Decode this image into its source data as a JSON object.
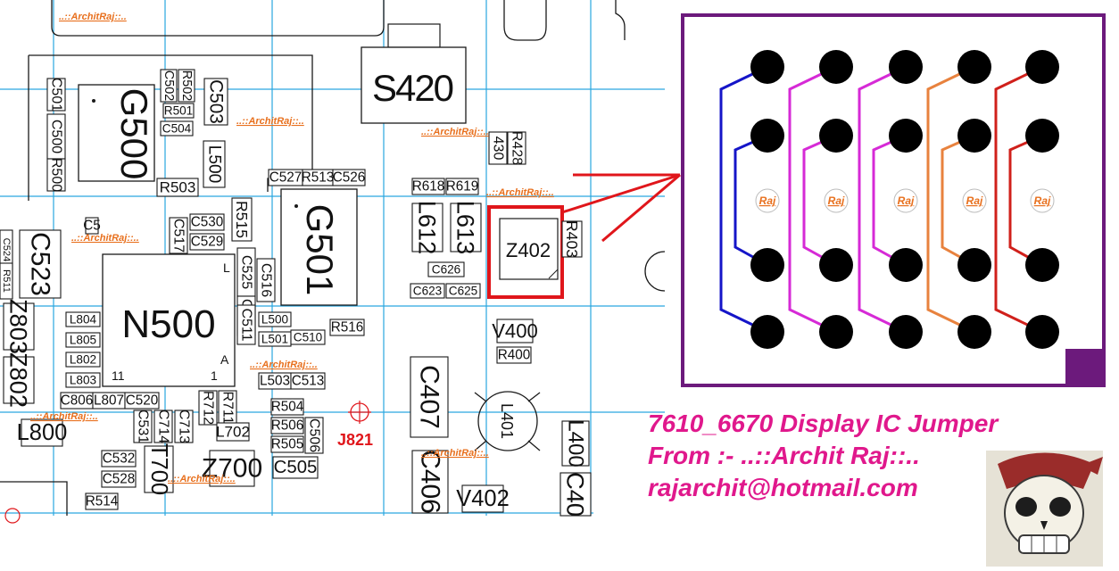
{
  "colors": {
    "trace": "#1a1a1a",
    "gridline": "#2aa7e0",
    "highlight": "#e0161b",
    "frame": "#6c1a7c",
    "watermark": "#e8701e",
    "caption": "#e0188c",
    "jumper_colors": [
      "#1515c8",
      "#d62ad6",
      "#d62ad6",
      "#e8823e",
      "#d0201b"
    ]
  },
  "watermark_text": "..::ArchitRaj::..",
  "pad_label": "Raj",
  "components": [
    {
      "label": "S420"
    },
    {
      "label": "G500"
    },
    {
      "label": "G501"
    },
    {
      "label": "N500"
    },
    {
      "label": "Z402"
    },
    {
      "label": "C501"
    },
    {
      "label": "C502"
    },
    {
      "label": "R502"
    },
    {
      "label": "C503"
    },
    {
      "label": "R501"
    },
    {
      "label": "C504"
    },
    {
      "label": "C500"
    },
    {
      "label": "R500"
    },
    {
      "label": "R503"
    },
    {
      "label": "L500"
    },
    {
      "label": "C527"
    },
    {
      "label": "R513"
    },
    {
      "label": "C526"
    },
    {
      "label": "R618"
    },
    {
      "label": "R619"
    },
    {
      "label": "R428"
    },
    {
      "label": "430"
    },
    {
      "label": "L612"
    },
    {
      "label": "L613"
    },
    {
      "label": "R403"
    },
    {
      "label": "C626"
    },
    {
      "label": "C623"
    },
    {
      "label": "C625"
    },
    {
      "label": "R515"
    },
    {
      "label": "C530"
    },
    {
      "label": "C529"
    },
    {
      "label": "C517"
    },
    {
      "label": "C523"
    },
    {
      "label": "C516"
    },
    {
      "label": "C525"
    },
    {
      "label": "C522"
    },
    {
      "label": "C511"
    },
    {
      "label": "L500"
    },
    {
      "label": "L501"
    },
    {
      "label": "C510"
    },
    {
      "label": "R516"
    },
    {
      "label": "V400"
    },
    {
      "label": "R400"
    },
    {
      "label": "L804"
    },
    {
      "label": "L805"
    },
    {
      "label": "L802"
    },
    {
      "label": "L803"
    },
    {
      "label": "Z803"
    },
    {
      "label": "Z802"
    },
    {
      "label": "C806"
    },
    {
      "label": "L807"
    },
    {
      "label": "C520"
    },
    {
      "label": "R712"
    },
    {
      "label": "R711"
    },
    {
      "label": "L503"
    },
    {
      "label": "C513"
    },
    {
      "label": "C407"
    },
    {
      "label": "L401"
    },
    {
      "label": "L400"
    },
    {
      "label": "R504"
    },
    {
      "label": "R506"
    },
    {
      "label": "R505"
    },
    {
      "label": "C506"
    },
    {
      "label": "C505"
    },
    {
      "label": "C531"
    },
    {
      "label": "C714"
    },
    {
      "label": "C713"
    },
    {
      "label": "L702"
    },
    {
      "label": "L800"
    },
    {
      "label": "C532"
    },
    {
      "label": "T700"
    },
    {
      "label": "C528"
    },
    {
      "label": "Z700"
    },
    {
      "label": "R514"
    },
    {
      "label": "C406"
    },
    {
      "label": "V402"
    },
    {
      "label": "C40"
    },
    {
      "label": "J821"
    },
    {
      "label": "L"
    },
    {
      "label": "A"
    },
    {
      "label": "1"
    },
    {
      "label": "11"
    },
    {
      "label": "C524"
    },
    {
      "label": "R511"
    },
    {
      "label": "C5"
    }
  ],
  "caption": {
    "line1": "7610_6670 Display IC Jumper",
    "line2": "From :- ..::Archit Raj::..",
    "line3": "rajarchit@hotmail.com"
  },
  "avatar_icon": "skull-pirate-icon"
}
